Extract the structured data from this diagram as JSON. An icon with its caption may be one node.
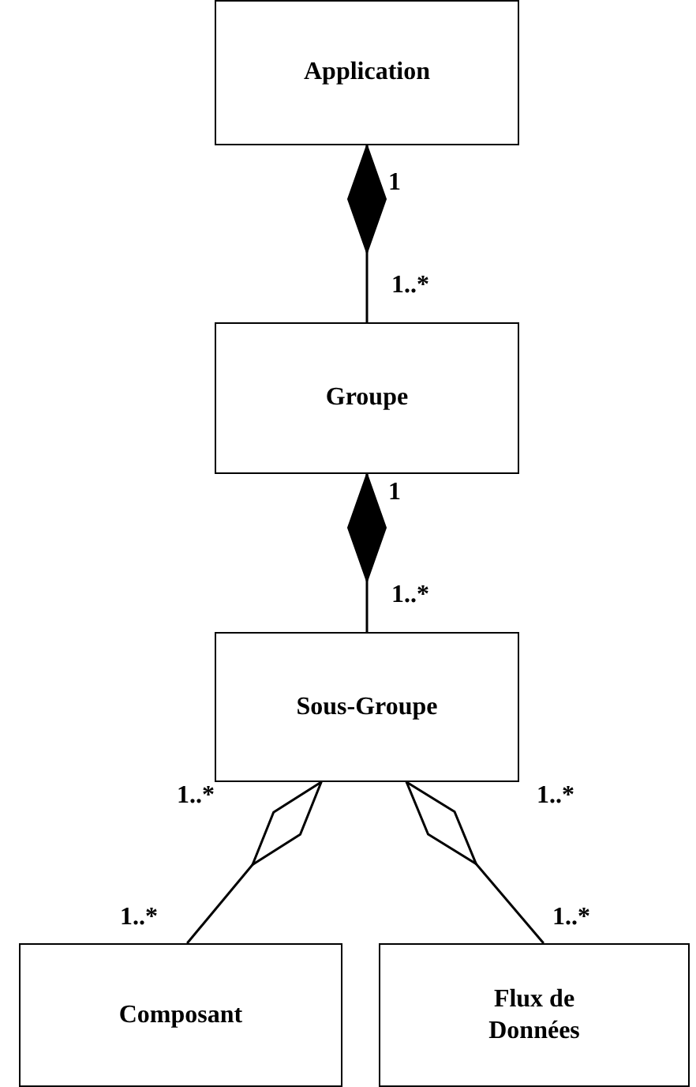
{
  "diagram": {
    "nodes": [
      {
        "text": [
          "Application"
        ]
      },
      {
        "text": [
          "Groupe"
        ]
      },
      {
        "text": [
          "Sous-Groupe"
        ]
      },
      {
        "text": [
          "Composant"
        ]
      },
      {
        "text": [
          "Flux de Données"
        ]
      }
    ],
    "edges": [
      {
        "from": 0,
        "to": 1,
        "arrow": "other"
      },
      {
        "from": 1,
        "to": 2,
        "arrow": "other"
      },
      {
        "from": 2,
        "to": 3,
        "arrow": "other"
      },
      {
        "from": 2,
        "to": 4,
        "arrow": "other"
      }
    ],
    "labels": [
      "1",
      "1..*",
      "1",
      "1..*",
      "1..*",
      "1..*",
      "1..*",
      "1..*"
    ]
  }
}
